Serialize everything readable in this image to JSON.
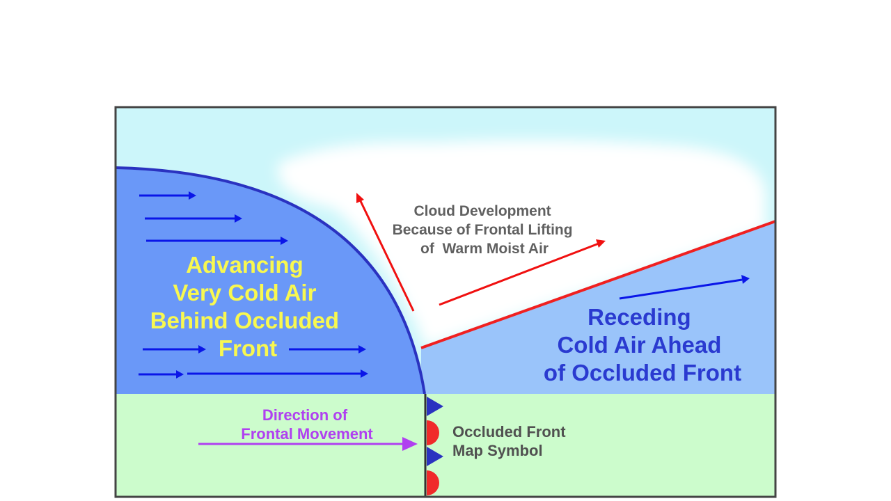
{
  "labels": {
    "cloud": [
      "Cloud Development",
      "Because of Frontal Lifting",
      "of  Warm Moist Air"
    ],
    "advancing": [
      "Advancing",
      "Very Cold Air",
      "Behind Occluded",
      "Front"
    ],
    "receding": [
      "Receding",
      "Cold Air Ahead",
      "of Occluded Front"
    ],
    "direction": [
      "Direction of",
      "Frontal Movement"
    ],
    "symbol": [
      "Occluded Front",
      "Map Symbol"
    ]
  },
  "colors": {
    "sky": "#ccf6fa",
    "cloud": "#ffffff",
    "cold_air_advancing": "#6a98f8",
    "cold_air_receding": "#9ac4fa",
    "ground": "#ccfccc",
    "front_boundary": "#2a32c0",
    "warm_front_line": "#f02020",
    "wind_arrow": "#0a16e8",
    "lift_arrow": "#f01010",
    "movement_arrow": "#b040f0",
    "advancing_text": "#f8f850",
    "receding_text": "#2a3ad0",
    "cloud_text": "#606060",
    "symbol_text": "#505050",
    "cold_symbol": "#2a32c0",
    "warm_symbol": "#f02a2a"
  }
}
